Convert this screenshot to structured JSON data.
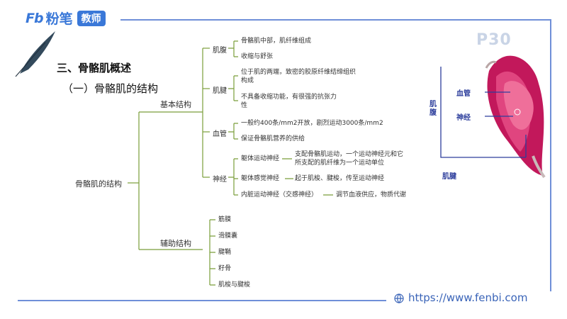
{
  "brand": {
    "short": "Fb",
    "name": "粉笔",
    "badge": "教师"
  },
  "heading": "三、骨骼肌概述",
  "subheading": "（一）骨骼肌的结构",
  "root": "骨骼肌的结构",
  "branches": {
    "basic": "基本结构",
    "aux": "辅助结构"
  },
  "basic": {
    "belly": {
      "label": "肌腹",
      "items": [
        "骨骼肌中部，肌纤维组成",
        "收缩与舒张"
      ]
    },
    "tendon": {
      "label": "肌腱",
      "items": [
        [
          "位于肌的两端，致密的胶原纤维结缔组织",
          "构成"
        ],
        [
          "不具备收缩功能，有很强的抗张力",
          "性"
        ]
      ]
    },
    "vessel": {
      "label": "血管",
      "items": [
        "一般约400条/mm2开放，剧烈运动3000条/mm2",
        "保证骨骼肌营养的供给"
      ]
    },
    "nerve": {
      "label": "神经",
      "items": [
        {
          "name": "躯体运动神经",
          "desc": [
            "支配骨骼肌运动，一个运动神经元和它",
            "所支配的肌纤维为一个运动单位"
          ]
        },
        {
          "name": "躯体感觉神经",
          "desc": [
            "起于肌梭、腱梭，传至运动神经"
          ]
        },
        {
          "name": "内脏运动神经（交感神经）",
          "desc": [
            "调节血液供应，物质代谢"
          ]
        }
      ]
    }
  },
  "aux_items": [
    "筋膜",
    "滑膜囊",
    "腱鞘",
    "籽骨",
    "肌梭与腱梭"
  ],
  "page_ref": "P30",
  "figure": {
    "vessel": "血管",
    "nerve": "神经",
    "belly": [
      "肌",
      "腹"
    ],
    "tendon": "肌腱"
  },
  "url": "https://www.fenbi.com",
  "colors": {
    "tree": "#7a9e3a",
    "frame": "#6f8fd8",
    "brand": "#3a78d8",
    "annotation": "#2d3e9c",
    "muscle": "#c2185b"
  }
}
